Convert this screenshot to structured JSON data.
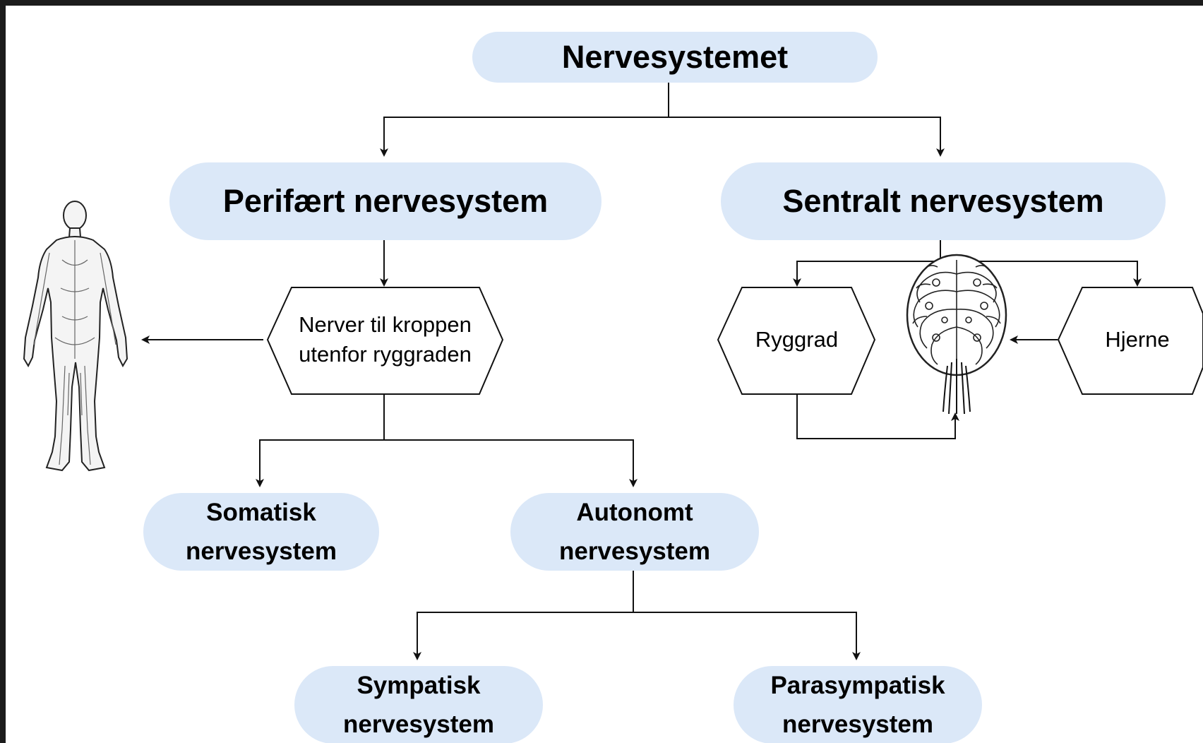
{
  "root": {
    "label": "Nervesystemet"
  },
  "peripheral": {
    "label": "Perifært nervesystem"
  },
  "central": {
    "label": "Sentralt nervesystem"
  },
  "nerves_body": {
    "line1": "Nerver til kroppen",
    "line2": "utenfor ryggraden"
  },
  "spine": {
    "label": "Ryggrad"
  },
  "brain": {
    "label": "Hjerne"
  },
  "somatic": {
    "line1": "Somatisk",
    "line2": "nervesystem"
  },
  "autonomic": {
    "line1": "Autonomt",
    "line2": "nervesystem"
  },
  "sympathetic": {
    "line1": "Sympatisk",
    "line2": "nervesystem"
  },
  "parasympathetic": {
    "line1": "Parasympatisk",
    "line2": "nervesystem"
  },
  "images": {
    "body": "human-body-nerves-illustration",
    "brain": "brain-tree-illustration"
  },
  "colors": {
    "node_fill": "#dbe8f8",
    "line": "#111111",
    "hex_fill": "#ffffff"
  }
}
